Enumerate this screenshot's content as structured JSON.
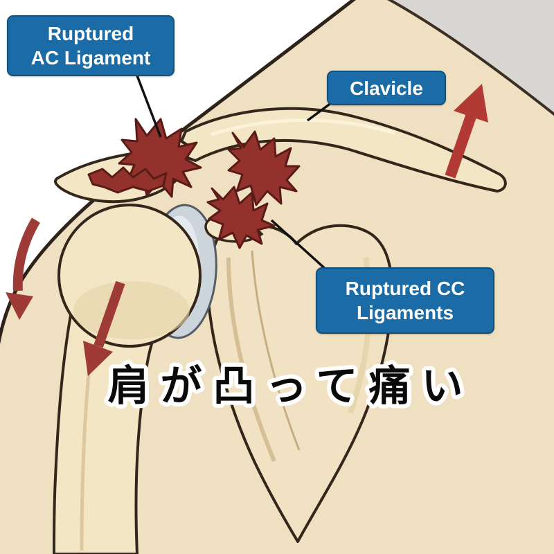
{
  "labels": {
    "ac_ligament": "Ruptured\nAC Ligament",
    "clavicle": "Clavicle",
    "cc_ligaments": "Ruptured CC\nLigaments"
  },
  "overlay": {
    "caption": "肩が凸って痛い"
  },
  "colors": {
    "label_background": "#1a6ba6",
    "label_border": "#13517c",
    "label_text": "#ffffff",
    "skin": "#eee0c1",
    "bone": "#f3e6c4",
    "cartilage": "#cdd5dc",
    "ligament_red": "#93322c",
    "arrow_red": "#b23a34",
    "outline": "#33261a",
    "background_gray": "#d8d6d2"
  }
}
